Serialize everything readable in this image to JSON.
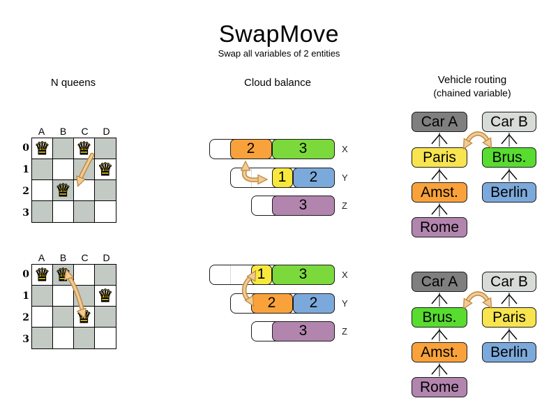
{
  "header": {
    "title": "SwapMove",
    "subtitle": "Swap all variables of 2 entities"
  },
  "icons": {
    "queen": "♛"
  },
  "colors": {
    "orange": "#F9A23B",
    "green": "#7CD93C",
    "yellow": "#F8E83E",
    "blue": "#7CA9DB",
    "purple": "#B285AE",
    "car_a_gray": "#7F7F7F",
    "car_b_gray": "#D8DCD8",
    "vehicle_green": "#57DC2F",
    "vehicle_yellow": "#F7E44F",
    "board_gray": "#C3C9C3",
    "queen_gold": "#FFD71C",
    "swap_arrow_fill": "#EFCB97",
    "swap_arrow_outline": "#C08A3E"
  },
  "nqueens": {
    "heading": "N queens",
    "col_labels": [
      "A",
      "B",
      "C",
      "D"
    ],
    "row_labels": [
      "0",
      "1",
      "2",
      "3"
    ],
    "before": {
      "queens": [
        {
          "row": "0",
          "col": "A"
        },
        {
          "row": "0",
          "col": "C"
        },
        {
          "row": "1",
          "col": "D"
        },
        {
          "row": "2",
          "col": "B"
        }
      ]
    },
    "after": {
      "queens": [
        {
          "row": "0",
          "col": "A"
        },
        {
          "row": "0",
          "col": "B"
        },
        {
          "row": "1",
          "col": "D"
        },
        {
          "row": "2",
          "col": "C"
        }
      ]
    }
  },
  "cloud": {
    "heading": "Cloud balance",
    "before": {
      "rows": [
        {
          "label": "X",
          "capacity": 6,
          "segments": [
            {
              "value": "2",
              "color": "orange",
              "units": 2
            },
            {
              "value": "3",
              "color": "green",
              "units": 3
            }
          ]
        },
        {
          "label": "Y",
          "capacity": 5,
          "segments": [
            {
              "value": "1",
              "color": "yellow",
              "units": 1
            },
            {
              "value": "2",
              "color": "blue",
              "units": 2
            }
          ]
        },
        {
          "label": "Z",
          "capacity": 4,
          "segments": [
            {
              "value": "3",
              "color": "purple",
              "units": 3
            }
          ]
        }
      ]
    },
    "after": {
      "rows": [
        {
          "label": "X",
          "capacity": 6,
          "segments": [
            {
              "value": "1",
              "color": "yellow",
              "units": 1
            },
            {
              "value": "3",
              "color": "green",
              "units": 3
            }
          ]
        },
        {
          "label": "Y",
          "capacity": 5,
          "segments": [
            {
              "value": "2",
              "color": "orange",
              "units": 2
            },
            {
              "value": "2",
              "color": "blue",
              "units": 2
            }
          ]
        },
        {
          "label": "Z",
          "capacity": 4,
          "segments": [
            {
              "value": "3",
              "color": "purple",
              "units": 3
            }
          ]
        }
      ]
    }
  },
  "vehicle": {
    "heading": "Vehicle routing",
    "subheading": "(chained variable)",
    "before": {
      "left": [
        "Car A",
        "Paris",
        "Amst.",
        "Rome"
      ],
      "right": [
        "Car B",
        "Brus.",
        "Berlin"
      ]
    },
    "after": {
      "left": [
        "Car A",
        "Brus.",
        "Amst.",
        "Rome"
      ],
      "right": [
        "Car B",
        "Paris",
        "Berlin"
      ]
    }
  }
}
